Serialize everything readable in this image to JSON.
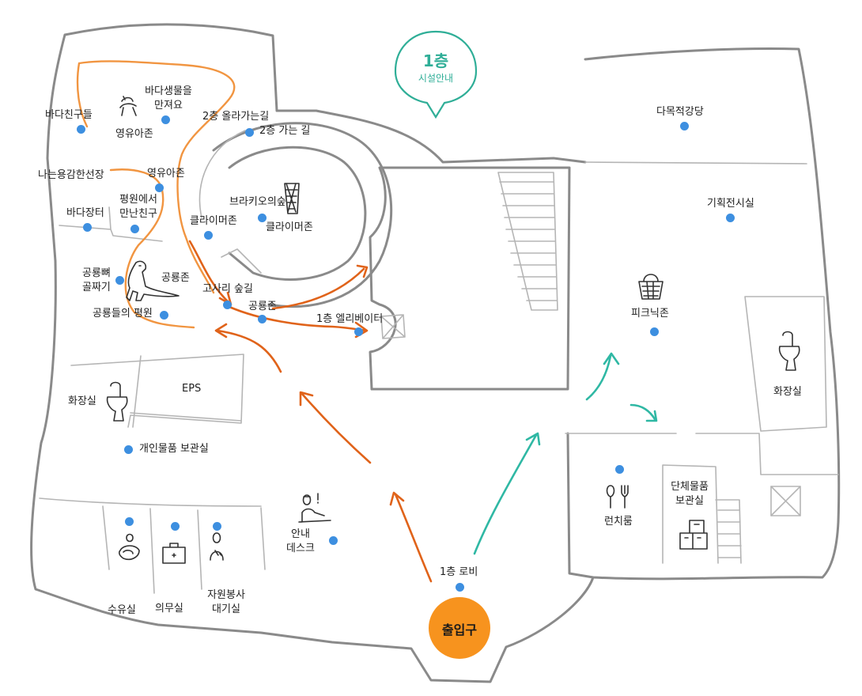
{
  "floor": {
    "title": "1층",
    "subtitle": "시설안내"
  },
  "entrance_label": "출입구",
  "labels": {
    "bada_friends": "바다친구들",
    "touch_sea_1": "바다생물을",
    "touch_sea_2": "만져요",
    "infant_zone_top": "영유아존",
    "to_2f_up": "2층 올라가는길",
    "to_2f_road": "2층 가는 길",
    "brave_captain": "나는용감한선장",
    "infant_zone_mid": "영유아존",
    "meet_plain_1": "평원에서",
    "meet_plain_2": "만난친구",
    "sea_market": "바다장터",
    "climb_zone_left": "클라이머존",
    "brachio_forest": "브라키오의숲",
    "climb_zone_right": "클라이머존",
    "dino_bones_1": "공룡뼈",
    "dino_bones_2": "골짜기",
    "dino_zone_left": "공룡존",
    "fern_forest": "고사리 숲길",
    "dino_zone_center": "공룡존",
    "dino_plain": "공룡들의 평원",
    "elevator": "1층 엘리베이터",
    "eps": "EPS",
    "restroom_left": "화장실",
    "locker": "개인물품 보관실",
    "info_desk_1": "안내",
    "info_desk_2": "데스크",
    "lobby": "1층 로비",
    "nursing": "수유실",
    "medical": "의무실",
    "volunteer_1": "자원봉사",
    "volunteer_2": "대기실",
    "auditorium": "다목적강당",
    "exhibition": "기획전시실",
    "picnic": "피크닉존",
    "restroom_right": "화장실",
    "lunchroom": "런치룸",
    "group_storage_1": "단체물품",
    "group_storage_2": "보관실"
  },
  "colors": {
    "route_orange": "#f08a2c",
    "route_teal": "#2fb8a4",
    "dot_blue": "#3d8fe0",
    "entrance": "#f7931e",
    "pin": "#2fae97"
  }
}
